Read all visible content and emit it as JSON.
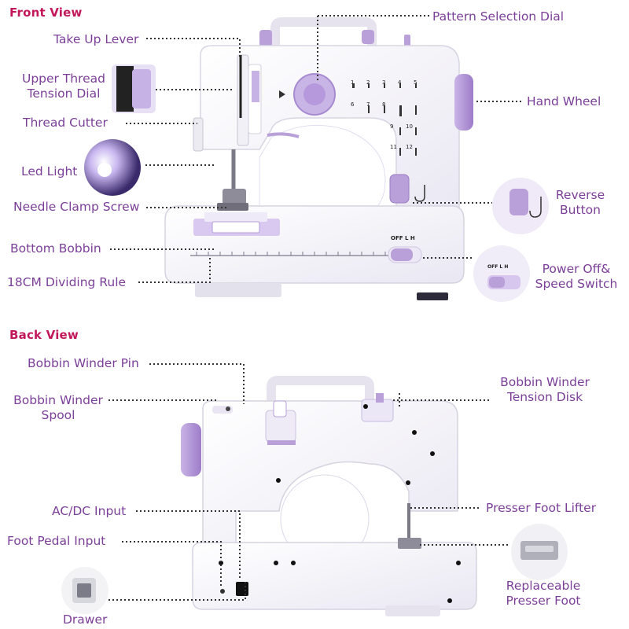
{
  "sections": {
    "front": "Front View",
    "back": "Back View"
  },
  "front_labels": {
    "take_up_lever": "Take Up Lever",
    "upper_thread_tension_1": "Upper Thread",
    "upper_thread_tension_2": "Tension Dial",
    "thread_cutter": "Thread  Cutter",
    "led_light": "Led Light",
    "needle_clamp_screw": "Needle Clamp Screw",
    "bottom_bobbin": "Bottom Bobbin",
    "dividing_rule": "18CM  Dividing Rule",
    "pattern_selection_dial": "Pattern Selection  Dial",
    "hand_wheel": "Hand  Wheel",
    "reverse_button_1": "Reverse",
    "reverse_button_2": "Button",
    "power_switch_1": "Power Off&",
    "power_switch_2": "Speed Switch"
  },
  "back_labels": {
    "bobbin_winder_pin": "Bobbin Winder Pin",
    "bobbin_winder_spool_1": "Bobbin Winder",
    "bobbin_winder_spool_2": "Spool",
    "acdc_input": "AC/DC  Input",
    "foot_pedal_input": "Foot  Pedal  Input",
    "drawer": "Drawer",
    "tension_disk_1": "Bobbin Winder",
    "tension_disk_2": "Tension Disk",
    "presser_foot_lifter": "Presser  Foot  Lifter",
    "replaceable_foot_1": "Replaceable",
    "replaceable_foot_2": "Presser Foot"
  },
  "machine_marks": {
    "switch_off": "OFF",
    "switch_low": "L",
    "switch_high": "H",
    "pattern_numbers": [
      "1",
      "2",
      "3",
      "4",
      "5",
      "6",
      "7",
      "8",
      "9",
      "10",
      "11",
      "12"
    ]
  },
  "colors": {
    "title": "#c2185b",
    "label": "#7b3f98",
    "purple_accent": "#b9a0d8",
    "purple_dark": "#8e6bbf",
    "body": "#f7f6fb"
  }
}
